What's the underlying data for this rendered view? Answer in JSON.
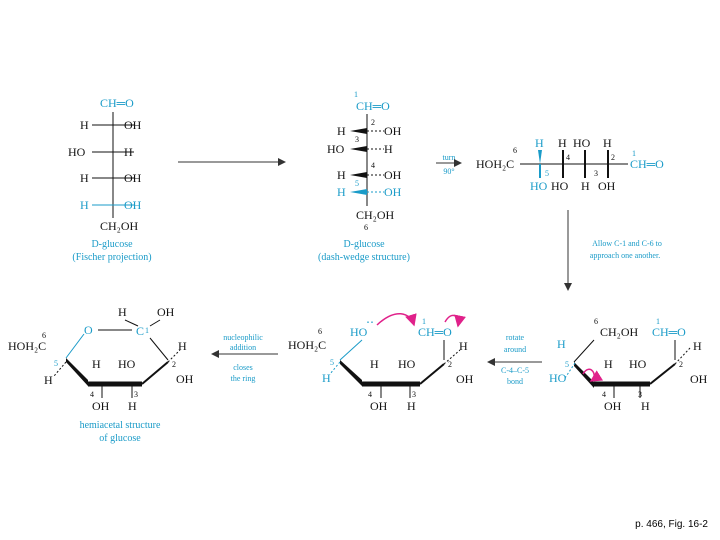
{
  "colors": {
    "accent": "#1a9bc8",
    "ink": "#111111",
    "arrow": "#e0218a"
  },
  "fischer": {
    "top": "CH═O",
    "r1l": "H",
    "r1r": "OH",
    "r2l": "HO",
    "r2r": "H",
    "r3l": "H",
    "r3r": "OH",
    "r4l": "H",
    "r4r": "OH",
    "bottom": "CH₂OH",
    "caption1": "D-glucose",
    "caption2": "(Fischer projection)"
  },
  "dashwedge": {
    "n1": "1",
    "top": "CH═O",
    "n2": "2",
    "r1l": "H",
    "r1r": "OH",
    "n3": "3",
    "r2l": "HO",
    "r2r": "H",
    "n4": "4",
    "r3l": "H",
    "r3r": "OH",
    "n5": "5",
    "r4l": "H",
    "r4r": "OH",
    "n6": "6",
    "bottom": "CH₂OH",
    "caption1": "D-glucose",
    "caption2": "(dash-wedge structure)"
  },
  "turn_label1": "turn",
  "turn_label2": "90°",
  "horizontal": {
    "left": "HOH₂C",
    "c6": "6",
    "n5": "5",
    "n4": "4",
    "n3": "3",
    "n2": "2",
    "n1": "1",
    "right": "CH═O",
    "top_labels": [
      "H",
      "H",
      "HO",
      "H"
    ],
    "bottom_labels": [
      "HO",
      "HO",
      "H",
      "OH"
    ]
  },
  "allow_label1": "Allow C-1 and C-6 to",
  "allow_label2": "approach one another.",
  "rotated": {
    "c6": "6",
    "top": "CH₂OH",
    "n1": "1",
    "cho": "CH═O",
    "h5": "H",
    "ho5": "HO",
    "n5": "5",
    "h4": "H",
    "ho3": "HO",
    "h2": "H",
    "oh2": "OH",
    "n2": "2",
    "n4": "4",
    "n3": "3",
    "oh4": "OH",
    "h3": "H"
  },
  "rotate_label": [
    "rotate",
    "around",
    "C-4–C-5",
    "bond"
  ],
  "attack": {
    "left": "HOH₂C",
    "c6": "6",
    "ho": "HO",
    "lp": "‥",
    "n5": "5",
    "h5": "H",
    "n1": "1",
    "cho": "CH═O",
    "h4": "H",
    "ho3": "HO",
    "h2": "H",
    "oh2": "OH",
    "n2": "2",
    "n4": "4",
    "n3": "3",
    "oh4": "OH",
    "h3": "H"
  },
  "nucleo_label": [
    "nucleophilic",
    "addition"
  ],
  "closes_label": [
    "closes",
    "the ring"
  ],
  "hemiacetal": {
    "left": "HOH₂C",
    "c6": "6",
    "o": "O",
    "n5": "5",
    "h5": "H",
    "h1": "H",
    "oh1": "OH",
    "c1": "C",
    "n1": "1",
    "h4": "H",
    "ho3": "HO",
    "h2": "H",
    "oh2": "OH",
    "n2": "2",
    "n4": "4",
    "n3": "3",
    "oh4": "OH",
    "h3": "H",
    "caption1": "hemiacetal structure",
    "caption2": "of glucose"
  },
  "reference": "p. 466, Fig. 16-2"
}
